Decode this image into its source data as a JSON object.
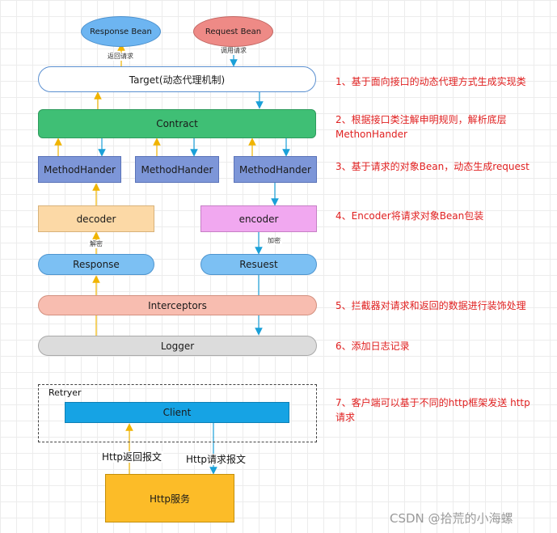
{
  "nodes": {
    "response_bean": "Response Bean",
    "request_bean": "Request Bean",
    "target": "Target(动态代理机制)",
    "contract": "Contract",
    "method_handler": "MethodHander",
    "decoder": "decoder",
    "encoder": "encoder",
    "response": "Response",
    "request": "Resuest",
    "interceptors": "Interceptors",
    "logger": "Logger",
    "retryer": "Retryer",
    "client": "Client",
    "http_service": "Http服务"
  },
  "edge_labels": {
    "return_request": "返回请求",
    "call_request": "调用请求",
    "decrypt": "解密",
    "encrypt": "加密",
    "http_return_msg": "Http返回报文",
    "http_request_msg": "Http请求报文"
  },
  "notes": {
    "n1": "1、基于面向接口的动态代理方式生成实现类",
    "n2": "2、根据接口类注解申明规则，解析底层MethonHander",
    "n3": "3、基于请求的对象Bean，动态生成request",
    "n4": "4、Encoder将请求对象Bean包装",
    "n5": "5、拦截器对请求和返回的数据进行装饰处理",
    "n6": "6、添加日志记录",
    "n7": "7、客户端可以基于不同的http框架发送 http请求"
  },
  "watermark": "CSDN @拾荒的小海螺",
  "colors": {
    "ellipse_blue": "#6db5f1",
    "ellipse_red": "#ee8a86",
    "contract_green": "#3fbf75",
    "method_blue": "#7d96d8",
    "decoder_peach": "#fcd9a6",
    "encoder_pink": "#f1a8f0",
    "response_blue": "#7cc0f3",
    "interceptors_salmon": "#f8bdb0",
    "logger_gray": "#dcdcdc",
    "client_blue": "#16a3e4",
    "http_gold": "#fcbc28",
    "up_arrow_yellow": "#f0b400",
    "down_arrow_blue": "#1aa0d8",
    "note_red": "#e02020"
  }
}
